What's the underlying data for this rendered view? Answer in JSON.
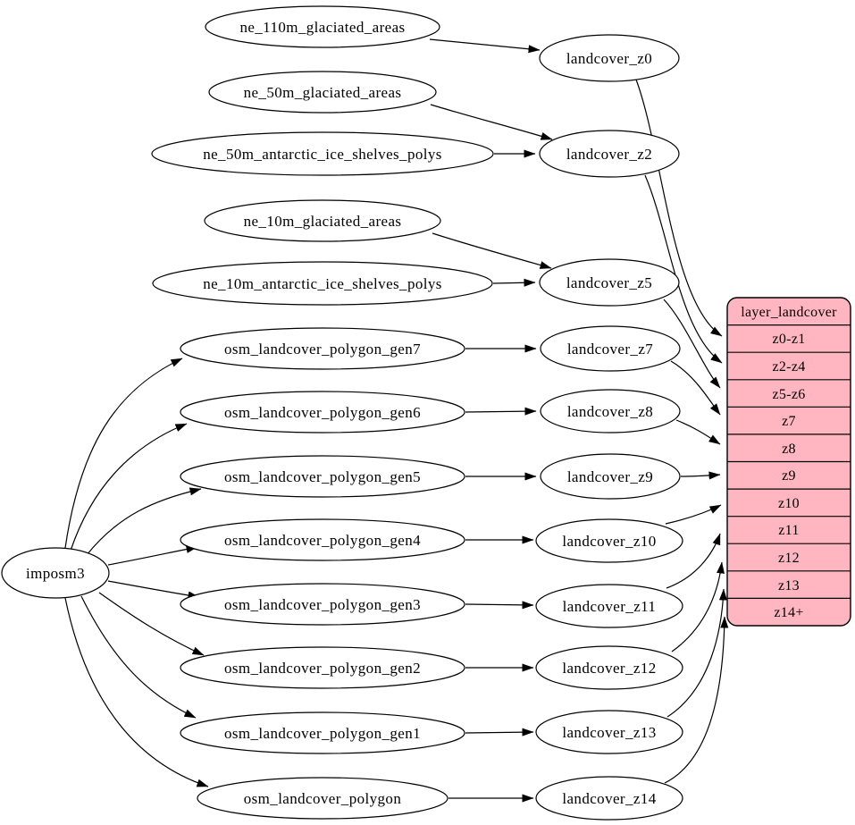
{
  "colors": {
    "background": "#ffffff",
    "node_fill": "#ffffff",
    "node_stroke": "#000000",
    "edge_color": "#000000",
    "table_fill": "#ffb6c1",
    "table_stroke": "#000000",
    "text_color": "#000000"
  },
  "nodes": {
    "imposm3": "imposm3",
    "ne_110m_glaciated_areas": "ne_110m_glaciated_areas",
    "ne_50m_glaciated_areas": "ne_50m_glaciated_areas",
    "ne_50m_antarctic_ice_shelves_polys": "ne_50m_antarctic_ice_shelves_polys",
    "ne_10m_glaciated_areas": "ne_10m_glaciated_areas",
    "ne_10m_antarctic_ice_shelves_polys": "ne_10m_antarctic_ice_shelves_polys",
    "osm_landcover_polygon_gen7": "osm_landcover_polygon_gen7",
    "osm_landcover_polygon_gen6": "osm_landcover_polygon_gen6",
    "osm_landcover_polygon_gen5": "osm_landcover_polygon_gen5",
    "osm_landcover_polygon_gen4": "osm_landcover_polygon_gen4",
    "osm_landcover_polygon_gen3": "osm_landcover_polygon_gen3",
    "osm_landcover_polygon_gen2": "osm_landcover_polygon_gen2",
    "osm_landcover_polygon_gen1": "osm_landcover_polygon_gen1",
    "osm_landcover_polygon": "osm_landcover_polygon",
    "landcover_z0": "landcover_z0",
    "landcover_z2": "landcover_z2",
    "landcover_z5": "landcover_z5",
    "landcover_z7": "landcover_z7",
    "landcover_z8": "landcover_z8",
    "landcover_z9": "landcover_z9",
    "landcover_z10": "landcover_z10",
    "landcover_z11": "landcover_z11",
    "landcover_z12": "landcover_z12",
    "landcover_z13": "landcover_z13",
    "landcover_z14": "landcover_z14"
  },
  "table": {
    "title": "layer_landcover",
    "rows": [
      "z0-z1",
      "z2-z4",
      "z5-z6",
      "z7",
      "z8",
      "z9",
      "z10",
      "z11",
      "z12",
      "z13",
      "z14+"
    ]
  },
  "edges": [
    {
      "from": "imposm3",
      "to": "osm_landcover_polygon_gen7"
    },
    {
      "from": "imposm3",
      "to": "osm_landcover_polygon_gen6"
    },
    {
      "from": "imposm3",
      "to": "osm_landcover_polygon_gen5"
    },
    {
      "from": "imposm3",
      "to": "osm_landcover_polygon_gen4"
    },
    {
      "from": "imposm3",
      "to": "osm_landcover_polygon_gen3"
    },
    {
      "from": "imposm3",
      "to": "osm_landcover_polygon_gen2"
    },
    {
      "from": "imposm3",
      "to": "osm_landcover_polygon_gen1"
    },
    {
      "from": "imposm3",
      "to": "osm_landcover_polygon"
    },
    {
      "from": "ne_110m_glaciated_areas",
      "to": "landcover_z0"
    },
    {
      "from": "ne_50m_glaciated_areas",
      "to": "landcover_z2"
    },
    {
      "from": "ne_50m_antarctic_ice_shelves_polys",
      "to": "landcover_z2"
    },
    {
      "from": "ne_10m_glaciated_areas",
      "to": "landcover_z5"
    },
    {
      "from": "ne_10m_antarctic_ice_shelves_polys",
      "to": "landcover_z5"
    },
    {
      "from": "osm_landcover_polygon_gen7",
      "to": "landcover_z7"
    },
    {
      "from": "osm_landcover_polygon_gen6",
      "to": "landcover_z8"
    },
    {
      "from": "osm_landcover_polygon_gen5",
      "to": "landcover_z9"
    },
    {
      "from": "osm_landcover_polygon_gen4",
      "to": "landcover_z10"
    },
    {
      "from": "osm_landcover_polygon_gen3",
      "to": "landcover_z11"
    },
    {
      "from": "osm_landcover_polygon_gen2",
      "to": "landcover_z12"
    },
    {
      "from": "osm_landcover_polygon_gen1",
      "to": "landcover_z13"
    },
    {
      "from": "osm_landcover_polygon",
      "to": "landcover_z14"
    },
    {
      "from": "landcover_z0",
      "to": "layer_landcover.z0-z1"
    },
    {
      "from": "landcover_z2",
      "to": "layer_landcover.z2-z4"
    },
    {
      "from": "landcover_z5",
      "to": "layer_landcover.z5-z6"
    },
    {
      "from": "landcover_z7",
      "to": "layer_landcover.z7"
    },
    {
      "from": "landcover_z8",
      "to": "layer_landcover.z8"
    },
    {
      "from": "landcover_z9",
      "to": "layer_landcover.z9"
    },
    {
      "from": "landcover_z10",
      "to": "layer_landcover.z10"
    },
    {
      "from": "landcover_z11",
      "to": "layer_landcover.z11"
    },
    {
      "from": "landcover_z12",
      "to": "layer_landcover.z12"
    },
    {
      "from": "landcover_z13",
      "to": "layer_landcover.z13"
    },
    {
      "from": "landcover_z14",
      "to": "layer_landcover.z14+"
    }
  ]
}
